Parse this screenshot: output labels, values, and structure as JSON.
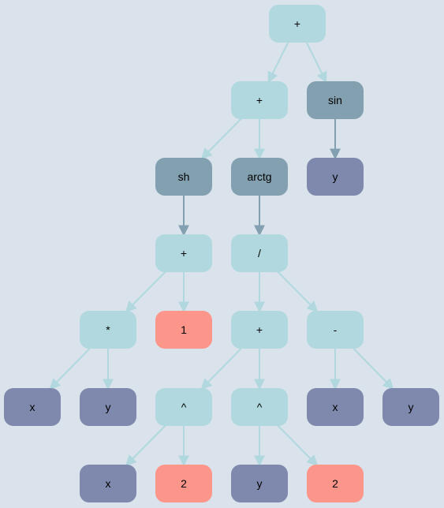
{
  "colors": {
    "background": "#dae3ec",
    "operator": "#b0d8de",
    "function": "#82a0b0",
    "variable": "#7e89ad",
    "number": "#fd968a",
    "edge_operator": "#b0d8de",
    "edge_function": "#82a0b0"
  },
  "nodes": [
    {
      "id": "n0",
      "label": "+",
      "kind": "operator"
    },
    {
      "id": "n1",
      "label": "+",
      "kind": "operator"
    },
    {
      "id": "n2",
      "label": "sin",
      "kind": "function"
    },
    {
      "id": "n3",
      "label": "y",
      "kind": "variable"
    },
    {
      "id": "n4",
      "label": "sh",
      "kind": "function"
    },
    {
      "id": "n5",
      "label": "arctg",
      "kind": "function"
    },
    {
      "id": "n6",
      "label": "+",
      "kind": "operator"
    },
    {
      "id": "n7",
      "label": "/",
      "kind": "operator"
    },
    {
      "id": "n8",
      "label": "*",
      "kind": "operator"
    },
    {
      "id": "n9",
      "label": "1",
      "kind": "number"
    },
    {
      "id": "n10",
      "label": "+",
      "kind": "operator"
    },
    {
      "id": "n11",
      "label": "-",
      "kind": "operator"
    },
    {
      "id": "n12",
      "label": "x",
      "kind": "variable"
    },
    {
      "id": "n13",
      "label": "y",
      "kind": "variable"
    },
    {
      "id": "n14",
      "label": "^",
      "kind": "operator"
    },
    {
      "id": "n15",
      "label": "^",
      "kind": "operator"
    },
    {
      "id": "n16",
      "label": "x",
      "kind": "variable"
    },
    {
      "id": "n17",
      "label": "y",
      "kind": "variable"
    },
    {
      "id": "n18",
      "label": "x",
      "kind": "variable"
    },
    {
      "id": "n19",
      "label": "2",
      "kind": "number"
    },
    {
      "id": "n20",
      "label": "y",
      "kind": "variable"
    },
    {
      "id": "n21",
      "label": "2",
      "kind": "number"
    }
  ],
  "edges": [
    {
      "from": "n0",
      "to": "n1"
    },
    {
      "from": "n0",
      "to": "n2"
    },
    {
      "from": "n2",
      "to": "n3"
    },
    {
      "from": "n1",
      "to": "n4"
    },
    {
      "from": "n1",
      "to": "n5"
    },
    {
      "from": "n4",
      "to": "n6"
    },
    {
      "from": "n5",
      "to": "n7"
    },
    {
      "from": "n6",
      "to": "n8"
    },
    {
      "from": "n6",
      "to": "n9"
    },
    {
      "from": "n7",
      "to": "n10"
    },
    {
      "from": "n7",
      "to": "n11"
    },
    {
      "from": "n8",
      "to": "n12"
    },
    {
      "from": "n8",
      "to": "n13"
    },
    {
      "from": "n10",
      "to": "n14"
    },
    {
      "from": "n10",
      "to": "n15"
    },
    {
      "from": "n11",
      "to": "n16"
    },
    {
      "from": "n11",
      "to": "n17"
    },
    {
      "from": "n14",
      "to": "n18"
    },
    {
      "from": "n14",
      "to": "n19"
    },
    {
      "from": "n15",
      "to": "n20"
    },
    {
      "from": "n15",
      "to": "n21"
    }
  ]
}
